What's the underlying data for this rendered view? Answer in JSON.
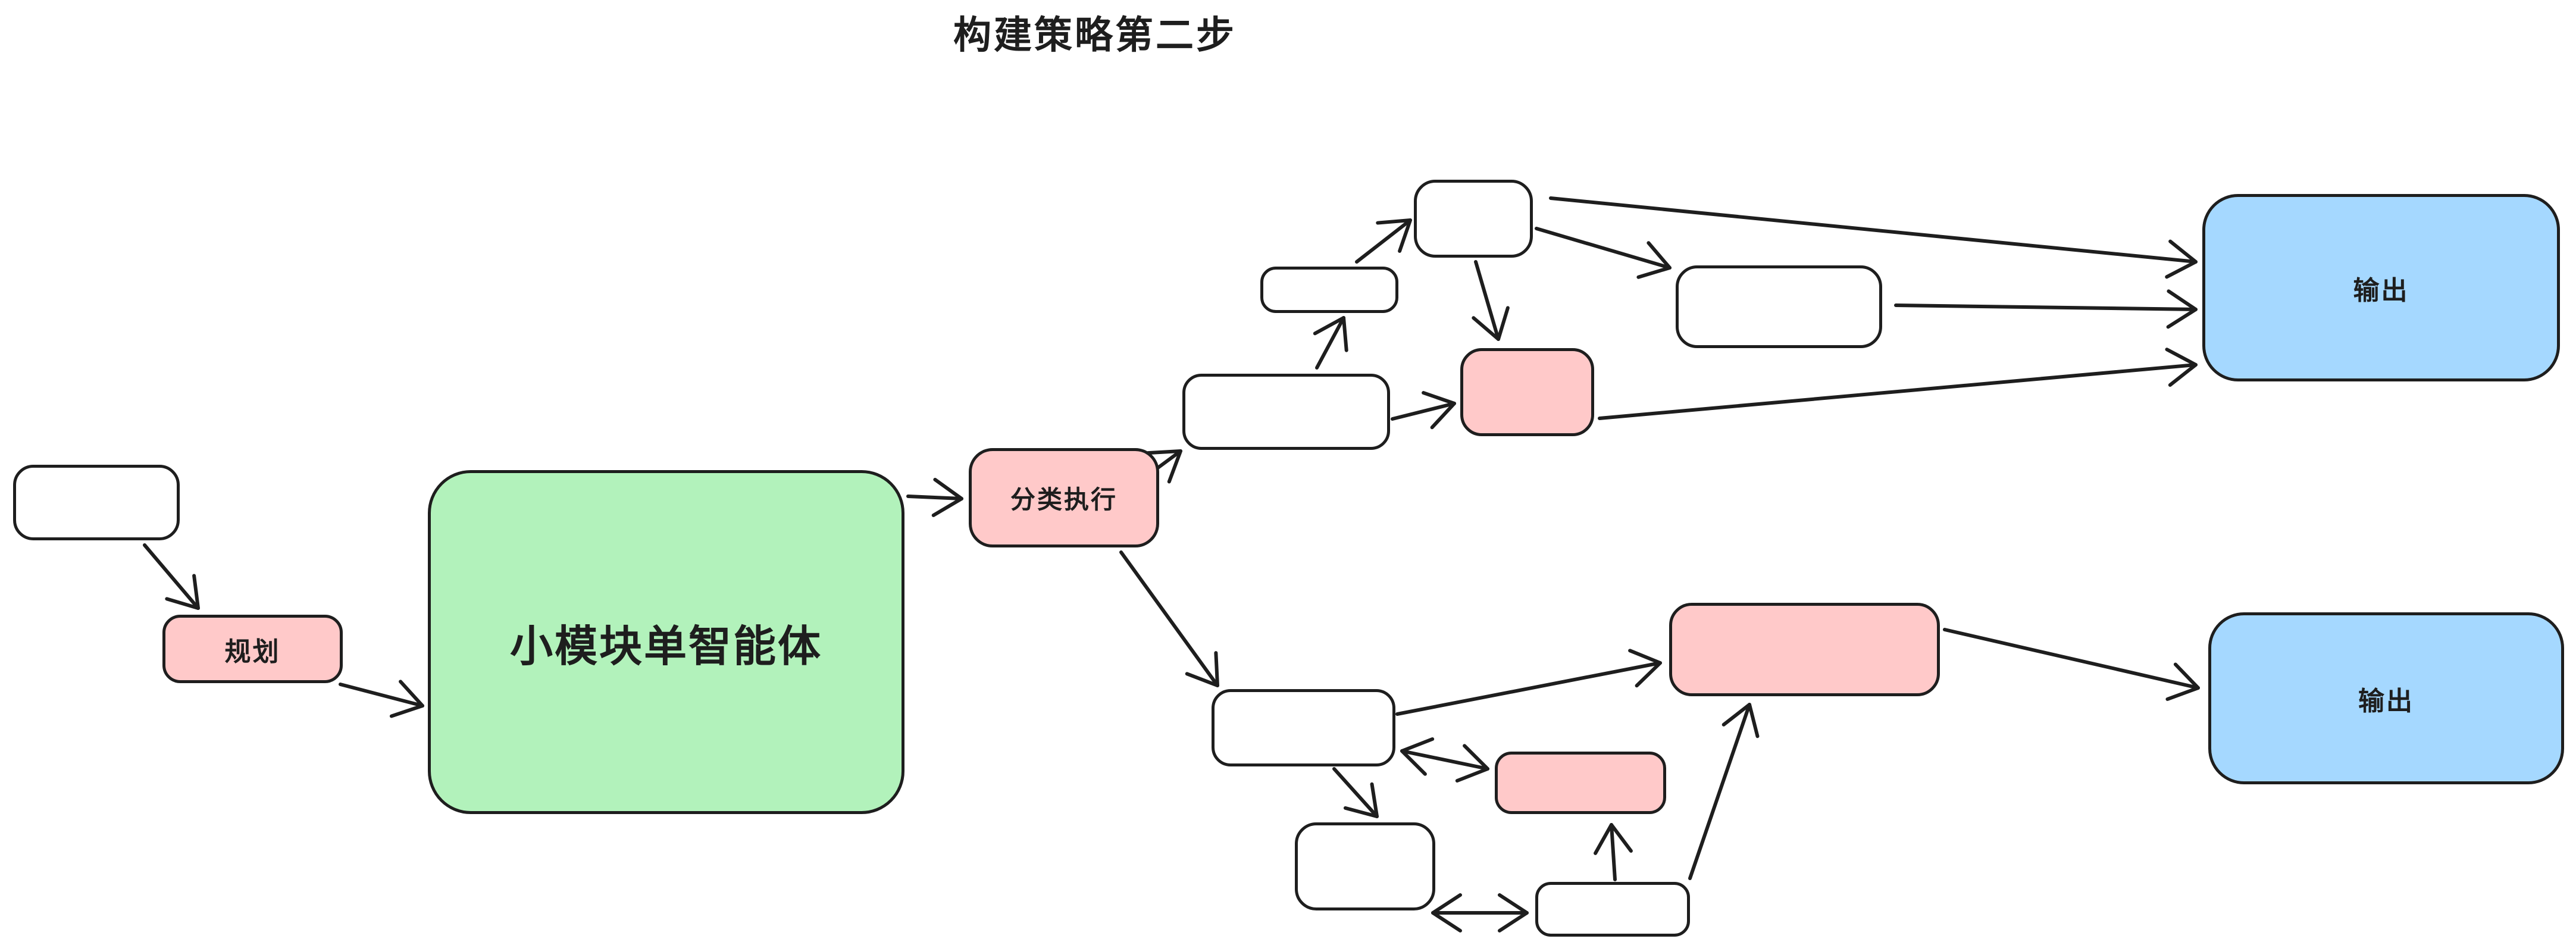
{
  "title": "构建策略第二步",
  "colors": {
    "stroke": "#1e1e1e",
    "background": "#ffffff",
    "pink": "#ffc9c9",
    "green": "#b2f2bb",
    "blue": "#a5d8ff",
    "white": "#ffffff"
  },
  "nodes": {
    "start": {
      "label": "",
      "fill": "#ffffff"
    },
    "plan": {
      "label": "规划",
      "fill": "#ffc9c9"
    },
    "agent": {
      "label": "小模块单智能体",
      "fill": "#b2f2bb"
    },
    "classify": {
      "label": "分类执行",
      "fill": "#ffc9c9"
    },
    "branch_top_entry": {
      "label": "",
      "fill": "#ffffff"
    },
    "branch_top_mid": {
      "label": "",
      "fill": "#ffffff"
    },
    "branch_top_upper": {
      "label": "",
      "fill": "#ffffff"
    },
    "branch_top_pink": {
      "label": "",
      "fill": "#ffc9c9"
    },
    "branch_top_right": {
      "label": "",
      "fill": "#ffffff"
    },
    "output_top": {
      "label": "输出",
      "fill": "#a5d8ff"
    },
    "branch_bottom_entry": {
      "label": "",
      "fill": "#ffffff"
    },
    "branch_bottom_pink_small": {
      "label": "",
      "fill": "#ffc9c9"
    },
    "branch_bottom_lower": {
      "label": "",
      "fill": "#ffffff"
    },
    "branch_bottom_small": {
      "label": "",
      "fill": "#ffffff"
    },
    "branch_bottom_pink_big": {
      "label": "",
      "fill": "#ffc9c9"
    },
    "output_bottom": {
      "label": "输出",
      "fill": "#a5d8ff"
    }
  },
  "edges": [
    {
      "from": "start",
      "to": "plan",
      "bidirectional": false
    },
    {
      "from": "plan",
      "to": "agent",
      "bidirectional": false
    },
    {
      "from": "agent",
      "to": "classify",
      "bidirectional": false
    },
    {
      "from": "classify",
      "to": "branch_top_entry",
      "bidirectional": false
    },
    {
      "from": "classify",
      "to": "branch_bottom_entry",
      "bidirectional": false
    },
    {
      "from": "branch_top_entry",
      "to": "branch_top_mid",
      "bidirectional": false
    },
    {
      "from": "branch_top_mid",
      "to": "branch_top_upper",
      "bidirectional": false
    },
    {
      "from": "branch_top_entry",
      "to": "branch_top_pink",
      "bidirectional": false
    },
    {
      "from": "branch_top_upper",
      "to": "branch_top_pink",
      "bidirectional": false
    },
    {
      "from": "branch_top_upper",
      "to": "branch_top_right",
      "bidirectional": false
    },
    {
      "from": "branch_top_upper",
      "to": "output_top",
      "bidirectional": false
    },
    {
      "from": "branch_top_right",
      "to": "output_top",
      "bidirectional": false
    },
    {
      "from": "branch_top_pink",
      "to": "output_top",
      "bidirectional": false
    },
    {
      "from": "branch_bottom_entry",
      "to": "branch_bottom_pink_big",
      "bidirectional": false
    },
    {
      "from": "branch_bottom_entry",
      "to": "branch_bottom_pink_small",
      "bidirectional": true
    },
    {
      "from": "branch_bottom_entry",
      "to": "branch_bottom_lower",
      "bidirectional": false
    },
    {
      "from": "branch_bottom_lower",
      "to": "branch_bottom_small",
      "bidirectional": true
    },
    {
      "from": "branch_bottom_small",
      "to": "branch_bottom_pink_small",
      "bidirectional": false
    },
    {
      "from": "branch_bottom_small",
      "to": "branch_bottom_pink_big",
      "bidirectional": false
    },
    {
      "from": "branch_bottom_pink_big",
      "to": "output_bottom",
      "bidirectional": false
    }
  ]
}
